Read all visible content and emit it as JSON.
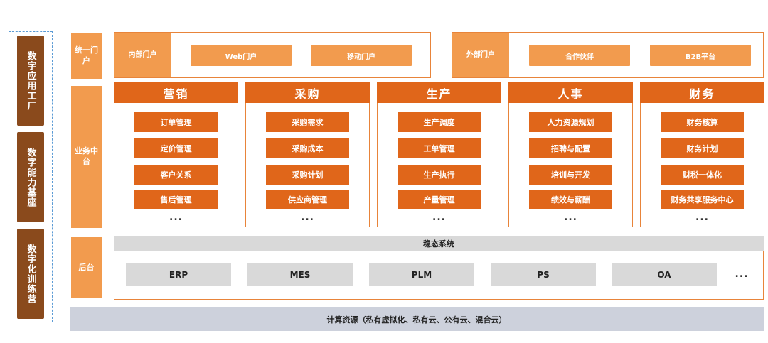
{
  "left_column": [
    {
      "label": "数字应用工厂"
    },
    {
      "label": "数字能力基座"
    },
    {
      "label": "数字化训练营"
    }
  ],
  "row_labels": {
    "portal": "统一门户",
    "middle": "业务中台",
    "back": "后台"
  },
  "internal_portal": {
    "label": "内部门户",
    "buttons": [
      "Web门户",
      "移动门户"
    ]
  },
  "external_portal": {
    "label": "外部门户",
    "buttons": [
      "合作伙伴",
      "B2B平台"
    ]
  },
  "business_columns": [
    {
      "title": "营销",
      "items": [
        "订单管理",
        "定价管理",
        "客户关系",
        "售后管理"
      ],
      "more": "..."
    },
    {
      "title": "采购",
      "items": [
        "采购需求",
        "采购成本",
        "采购计划",
        "供应商管理"
      ],
      "more": "..."
    },
    {
      "title": "生产",
      "items": [
        "生产调度",
        "工单管理",
        "生产执行",
        "产量管理"
      ],
      "more": "..."
    },
    {
      "title": "人事",
      "items": [
        "人力资源规划",
        "招聘与配置",
        "培训与开发",
        "绩效与薪酬"
      ],
      "more": "..."
    },
    {
      "title": "财务",
      "items": [
        "财务核算",
        "财务计划",
        "财税一体化",
        "财务共享服务中心"
      ],
      "more": "..."
    }
  ],
  "stable_systems": {
    "title": "稳态系统",
    "systems": [
      "ERP",
      "MES",
      "PLM",
      "PS",
      "OA"
    ],
    "more": "..."
  },
  "compute": "计算资源（私有虚拟化、私有云、公有云、混合云）"
}
